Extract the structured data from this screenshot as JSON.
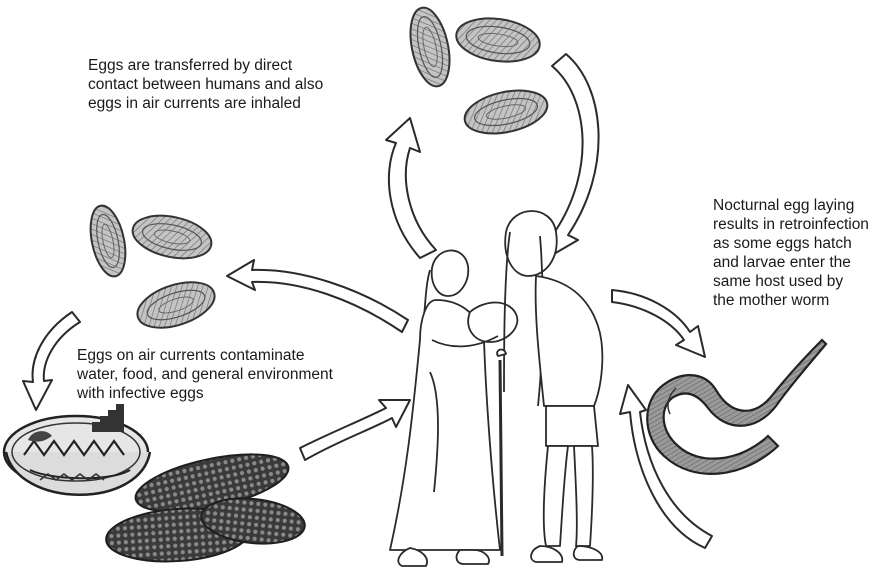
{
  "captions": {
    "human_transfer": "Eggs are transferred by direct\ncontact between humans and also\neggs in air currents are inhaled",
    "retroinfection": "Nocturnal egg laying\nresults in retroinfection\nas some eggs hatch\nand larvae enter the\nsame host used by\nthe mother worm",
    "environment": "Eggs on air currents contaminate\nwater, food, and general environment\nwith infective eggs"
  },
  "colors": {
    "ink": "#222222",
    "egg_fill": "#b8b8b8",
    "worm_fill": "#8f8f8f",
    "arrow_fill": "#ffffff"
  }
}
